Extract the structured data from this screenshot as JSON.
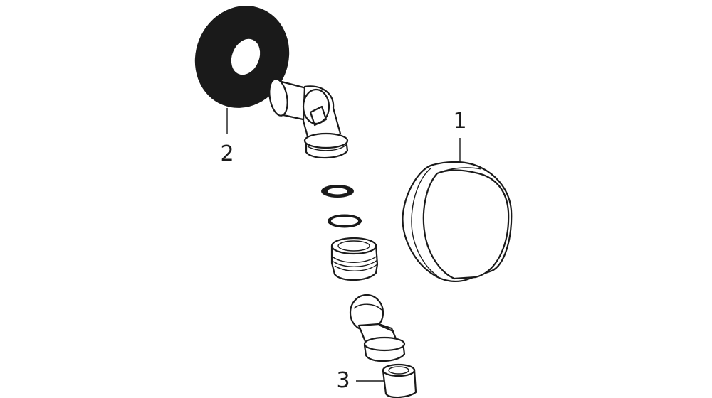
{
  "diagram": {
    "type": "exploded-parts-view",
    "callouts": [
      {
        "id": "1",
        "label": "1"
      },
      {
        "id": "2",
        "label": "2"
      },
      {
        "id": "3",
        "label": "3"
      }
    ],
    "colors": {
      "line": "#1a1a1a",
      "fill": "#ffffff",
      "background": "#ffffff"
    }
  }
}
